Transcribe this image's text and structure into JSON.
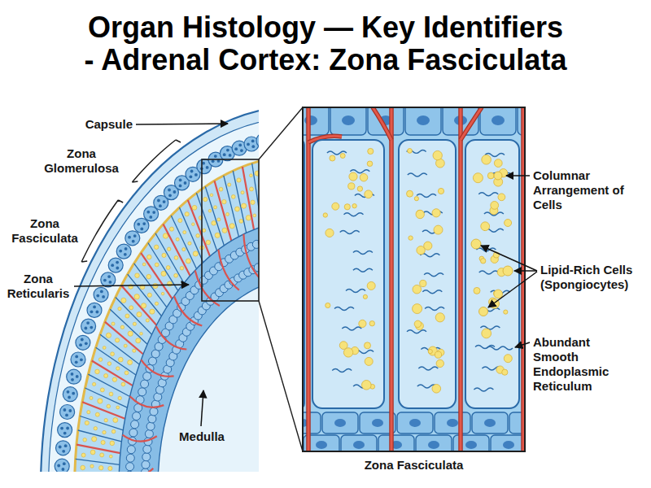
{
  "diagram": {
    "title": "Organ Histology — Key Identifiers - Adrenal Cortex: Zona Fasciculata",
    "labels": [
      "Capsule",
      "Zona Glomerulosa",
      "Zona Fasciculata",
      "Zona Reticularis",
      "Medulla",
      "Columnar Arrangement of Cells",
      "Lipid-Rich Cells (Spongiocytes)",
      "Abundant Smooth Endoplasmic Reticulum",
      "Zona Fasciculata"
    ]
  }
}
